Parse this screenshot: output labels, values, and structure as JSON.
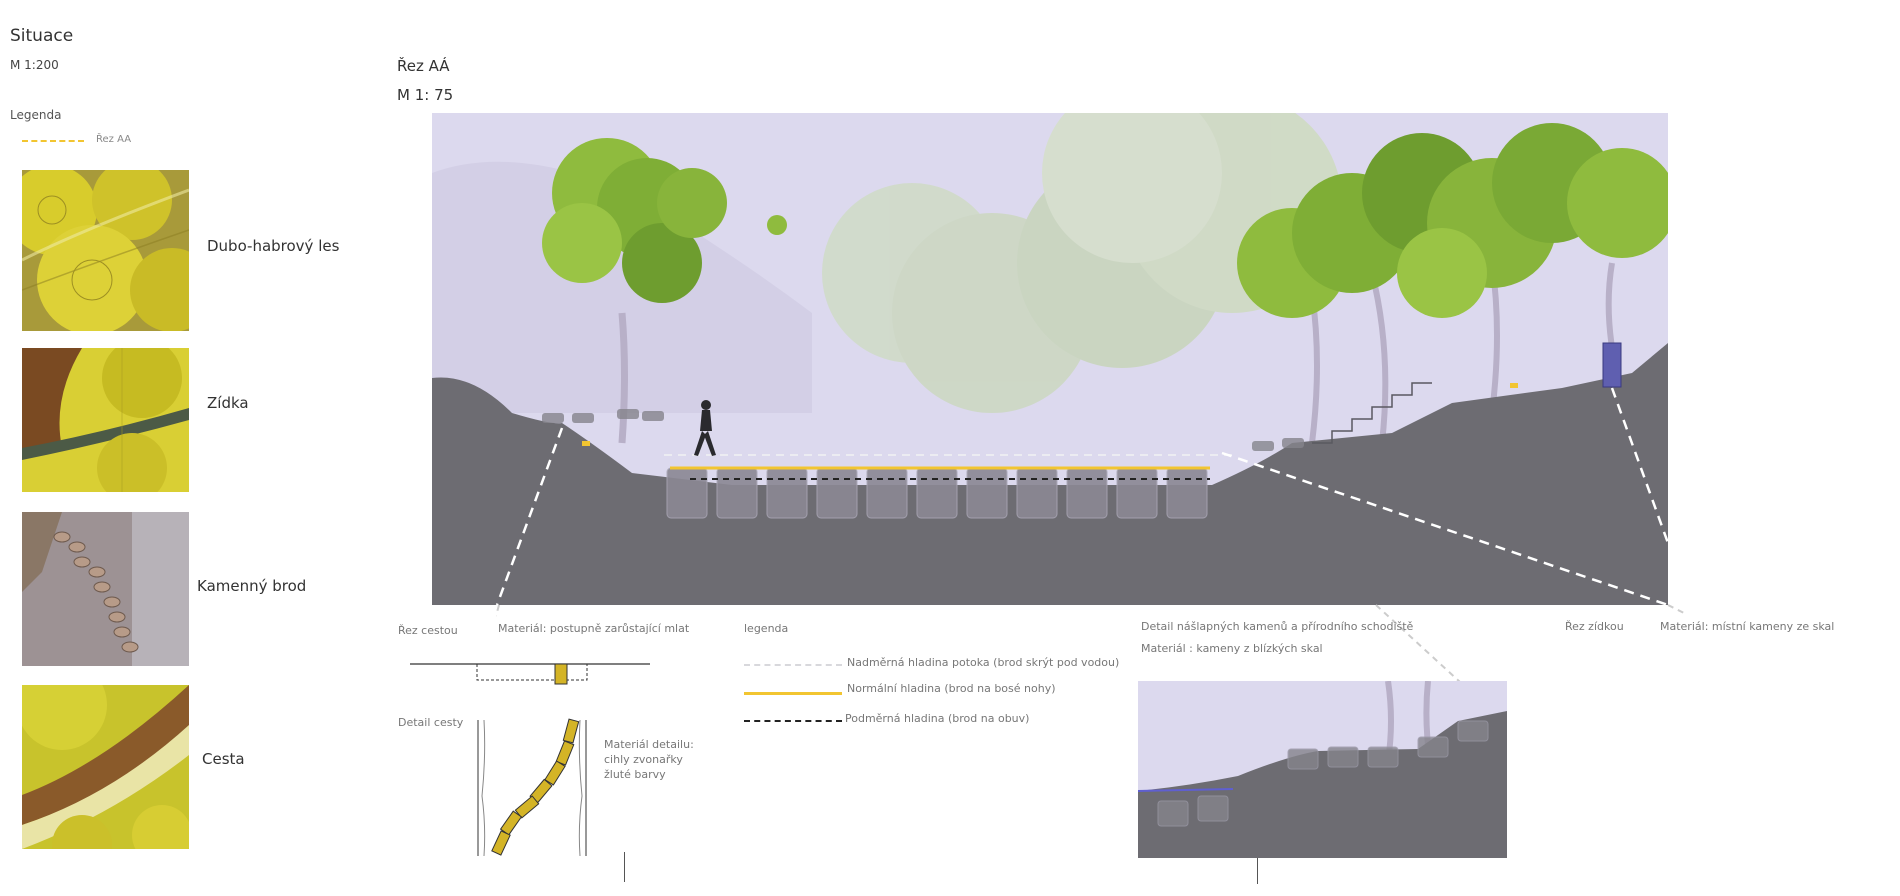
{
  "situace": {
    "title": "Situace",
    "scale": "M 1:200",
    "legend_title": "Legenda",
    "legend_item": "Řez AA",
    "swatches": [
      {
        "label": "Dubo-habrový les"
      },
      {
        "label": "Zídka"
      },
      {
        "label": "Kamenný brod"
      },
      {
        "label": "Cesta"
      }
    ]
  },
  "section": {
    "title": "Řez AÁ",
    "scale": "M 1: 75"
  },
  "details": {
    "rez_cestou": "Řez cestou",
    "material_mlat": "Materiál: postupně zarůstající mlat",
    "detail_cesty": "Detail cesty",
    "material_detailu": [
      "Materiál detailu:",
      "cihly zvonařky",
      "žluté barvy"
    ],
    "legend_title": "legenda",
    "legend_items": [
      {
        "label": "Nadměrná hladina potoka (brod skrýt pod vodou)",
        "color": "#d8d8dc",
        "style": "dashed"
      },
      {
        "label": "Normální hladina (brod na bosé nohy)",
        "color": "#f2c531",
        "style": "solid"
      },
      {
        "label": "Podměrná hladina (brod na obuv)",
        "color": "#222222",
        "style": "dashed"
      }
    ],
    "detail_kamenu": "Detail  nášlapných kamenů a přírodního schodiště",
    "material_kameny": "Materiál : kameny z blízkých skal",
    "rez_zidkou": "Řez zídkou",
    "material_mistni": "Materiál: místní kameny ze skal"
  },
  "colors": {
    "sky": "#dcd9ee",
    "ground": "#6d6c72",
    "tree": "#8fb83e",
    "yellow": "#f2c531",
    "brick": "#d4b426"
  }
}
